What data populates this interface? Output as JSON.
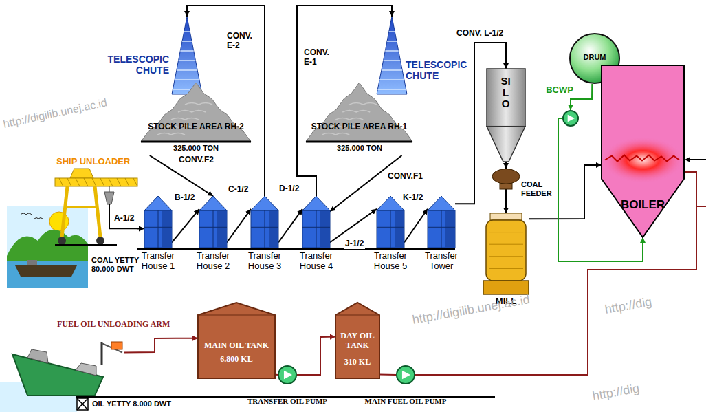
{
  "diagram": {
    "nodes": [
      {
        "text": [
          "TELESCOPIC CHUTE"
        ]
      },
      {
        "text": [
          "STOCK PILE AREA RH-2",
          "325.000 TON"
        ]
      },
      {
        "text": [
          "TELESCOPIC CHUTE"
        ]
      },
      {
        "text": [
          "STOCK PILE AREA RH-1",
          "325.000 TON"
        ]
      },
      {
        "text": [
          "SHIP UNLOADER"
        ]
      },
      {
        "text": [
          "Transfer House 1"
        ]
      },
      {
        "text": [
          "Transfer House 2"
        ]
      },
      {
        "text": [
          "Transfer House 3"
        ]
      },
      {
        "text": [
          "Transfer House 4"
        ]
      },
      {
        "text": [
          "Transfer House 5"
        ]
      },
      {
        "text": [
          "Transfer Tower"
        ]
      },
      {
        "text": [
          "SILO"
        ]
      },
      {
        "text": [
          "COAL FEEDER"
        ]
      },
      {
        "text": [
          "MILL"
        ]
      },
      {
        "text": [
          "DRUM"
        ]
      },
      {
        "text": [
          "BCWP"
        ]
      },
      {
        "text": [
          "BOILER"
        ]
      },
      {
        "text": [
          "FUEL OIL UNLOADING ARM"
        ]
      },
      {
        "text": [
          "MAIN OIL TANK",
          "6.800 KL"
        ]
      },
      {
        "text": [
          "TRANSFER OIL PUMP"
        ]
      },
      {
        "text": [
          "DAY OIL TANK",
          "310 KL"
        ]
      },
      {
        "text": [
          "MAIN FUEL OIL PUMP"
        ]
      }
    ],
    "edges": [
      {
        "from": 4,
        "to": 5,
        "label": "A-1/2",
        "arrow": "to"
      },
      {
        "from": 5,
        "to": 6,
        "label": "B-1/2",
        "arrow": "to"
      },
      {
        "from": 6,
        "to": 7,
        "label": "C-1/2",
        "arrow": "to"
      },
      {
        "from": 7,
        "to": 8,
        "label": "D-1/2",
        "arrow": "to"
      },
      {
        "from": 8,
        "to": 9,
        "label": "J-1/2",
        "arrow": "to"
      },
      {
        "from": 9,
        "to": 10,
        "label": "K-1/2",
        "arrow": "to"
      },
      {
        "from": 10,
        "to": 11,
        "label": "CONV. L-1/2",
        "arrow": "to"
      },
      {
        "from": 7,
        "to": 0,
        "label": "CONV. E-2",
        "arrow": "to"
      },
      {
        "from": 8,
        "to": 2,
        "label": "CONV. E-1",
        "arrow": "to"
      },
      {
        "from": 1,
        "to": 6,
        "label": "CONV.F2",
        "arrow": "to"
      },
      {
        "from": 3,
        "to": 8,
        "label": "CONV.F1",
        "arrow": "to"
      },
      {
        "from": 11,
        "to": 12,
        "arrow": "to"
      },
      {
        "from": 12,
        "to": 13,
        "arrow": "to"
      },
      {
        "from": 13,
        "to": 16,
        "arrow": "to"
      },
      {
        "from": 14,
        "to": 15,
        "arrow": "to"
      },
      {
        "from": 15,
        "to": 16,
        "arrow": "to"
      },
      {
        "from": 17,
        "to": 18,
        "arrow": "to"
      },
      {
        "from": 18,
        "to": 19,
        "arrow": "none"
      },
      {
        "from": 19,
        "to": 20,
        "arrow": "to"
      },
      {
        "from": 20,
        "to": 21,
        "arrow": "none"
      },
      {
        "from": 21,
        "to": 16,
        "arrow": "none"
      }
    ],
    "labels": [
      "COAL YETTY 80.000 DWT",
      "OIL YETTY 8.000 DWT",
      "http://digilib.unej.ac.id",
      "http://digilib.unej.ac.id",
      "http://dig",
      "http://dig"
    ]
  }
}
